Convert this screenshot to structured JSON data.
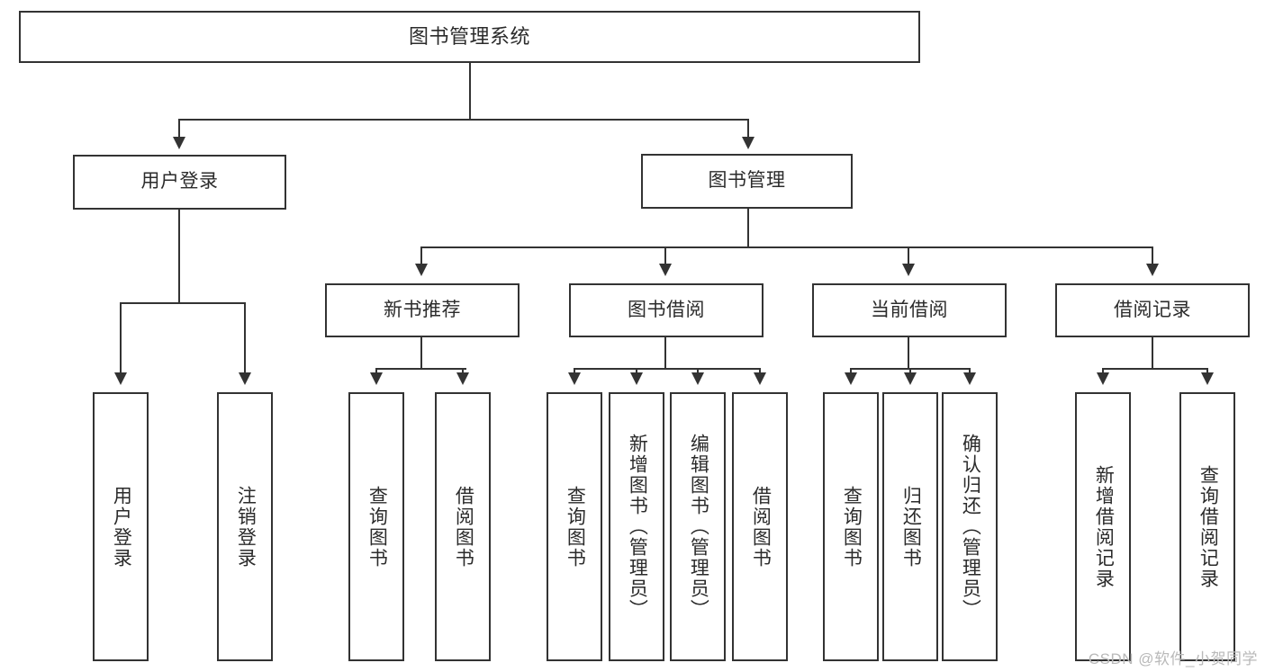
{
  "diagram": {
    "title": "图书管理系统",
    "watermark": "CSDN @软件_小贺同学",
    "line_color": "#333333",
    "text_color": "#2b2b2b",
    "background": "#ffffff",
    "nodes": {
      "root": "图书管理系统",
      "user_login": "用户登录",
      "book_manage": "图书管理",
      "new_book_rec": "新书推荐",
      "book_borrow": "图书借阅",
      "current_borrow": "当前借阅",
      "borrow_record": "借阅记录",
      "leaf_user_login": "用户登录",
      "leaf_logout": "注销登录",
      "leaf_query_book_1": "查询图书",
      "leaf_borrow_book_1": "借阅图书",
      "leaf_query_book_2": "查询图书",
      "leaf_add_book_admin": "新增图书（管理员）",
      "leaf_edit_book_admin": "编辑图书（管理员）",
      "leaf_borrow_book_2": "借阅图书",
      "leaf_query_book_3": "查询图书",
      "leaf_return_book": "归还图书",
      "leaf_confirm_return_admin": "确认归还（管理员）",
      "leaf_add_borrow_record": "新增借阅记录",
      "leaf_query_borrow_record": "查询借阅记录"
    }
  }
}
